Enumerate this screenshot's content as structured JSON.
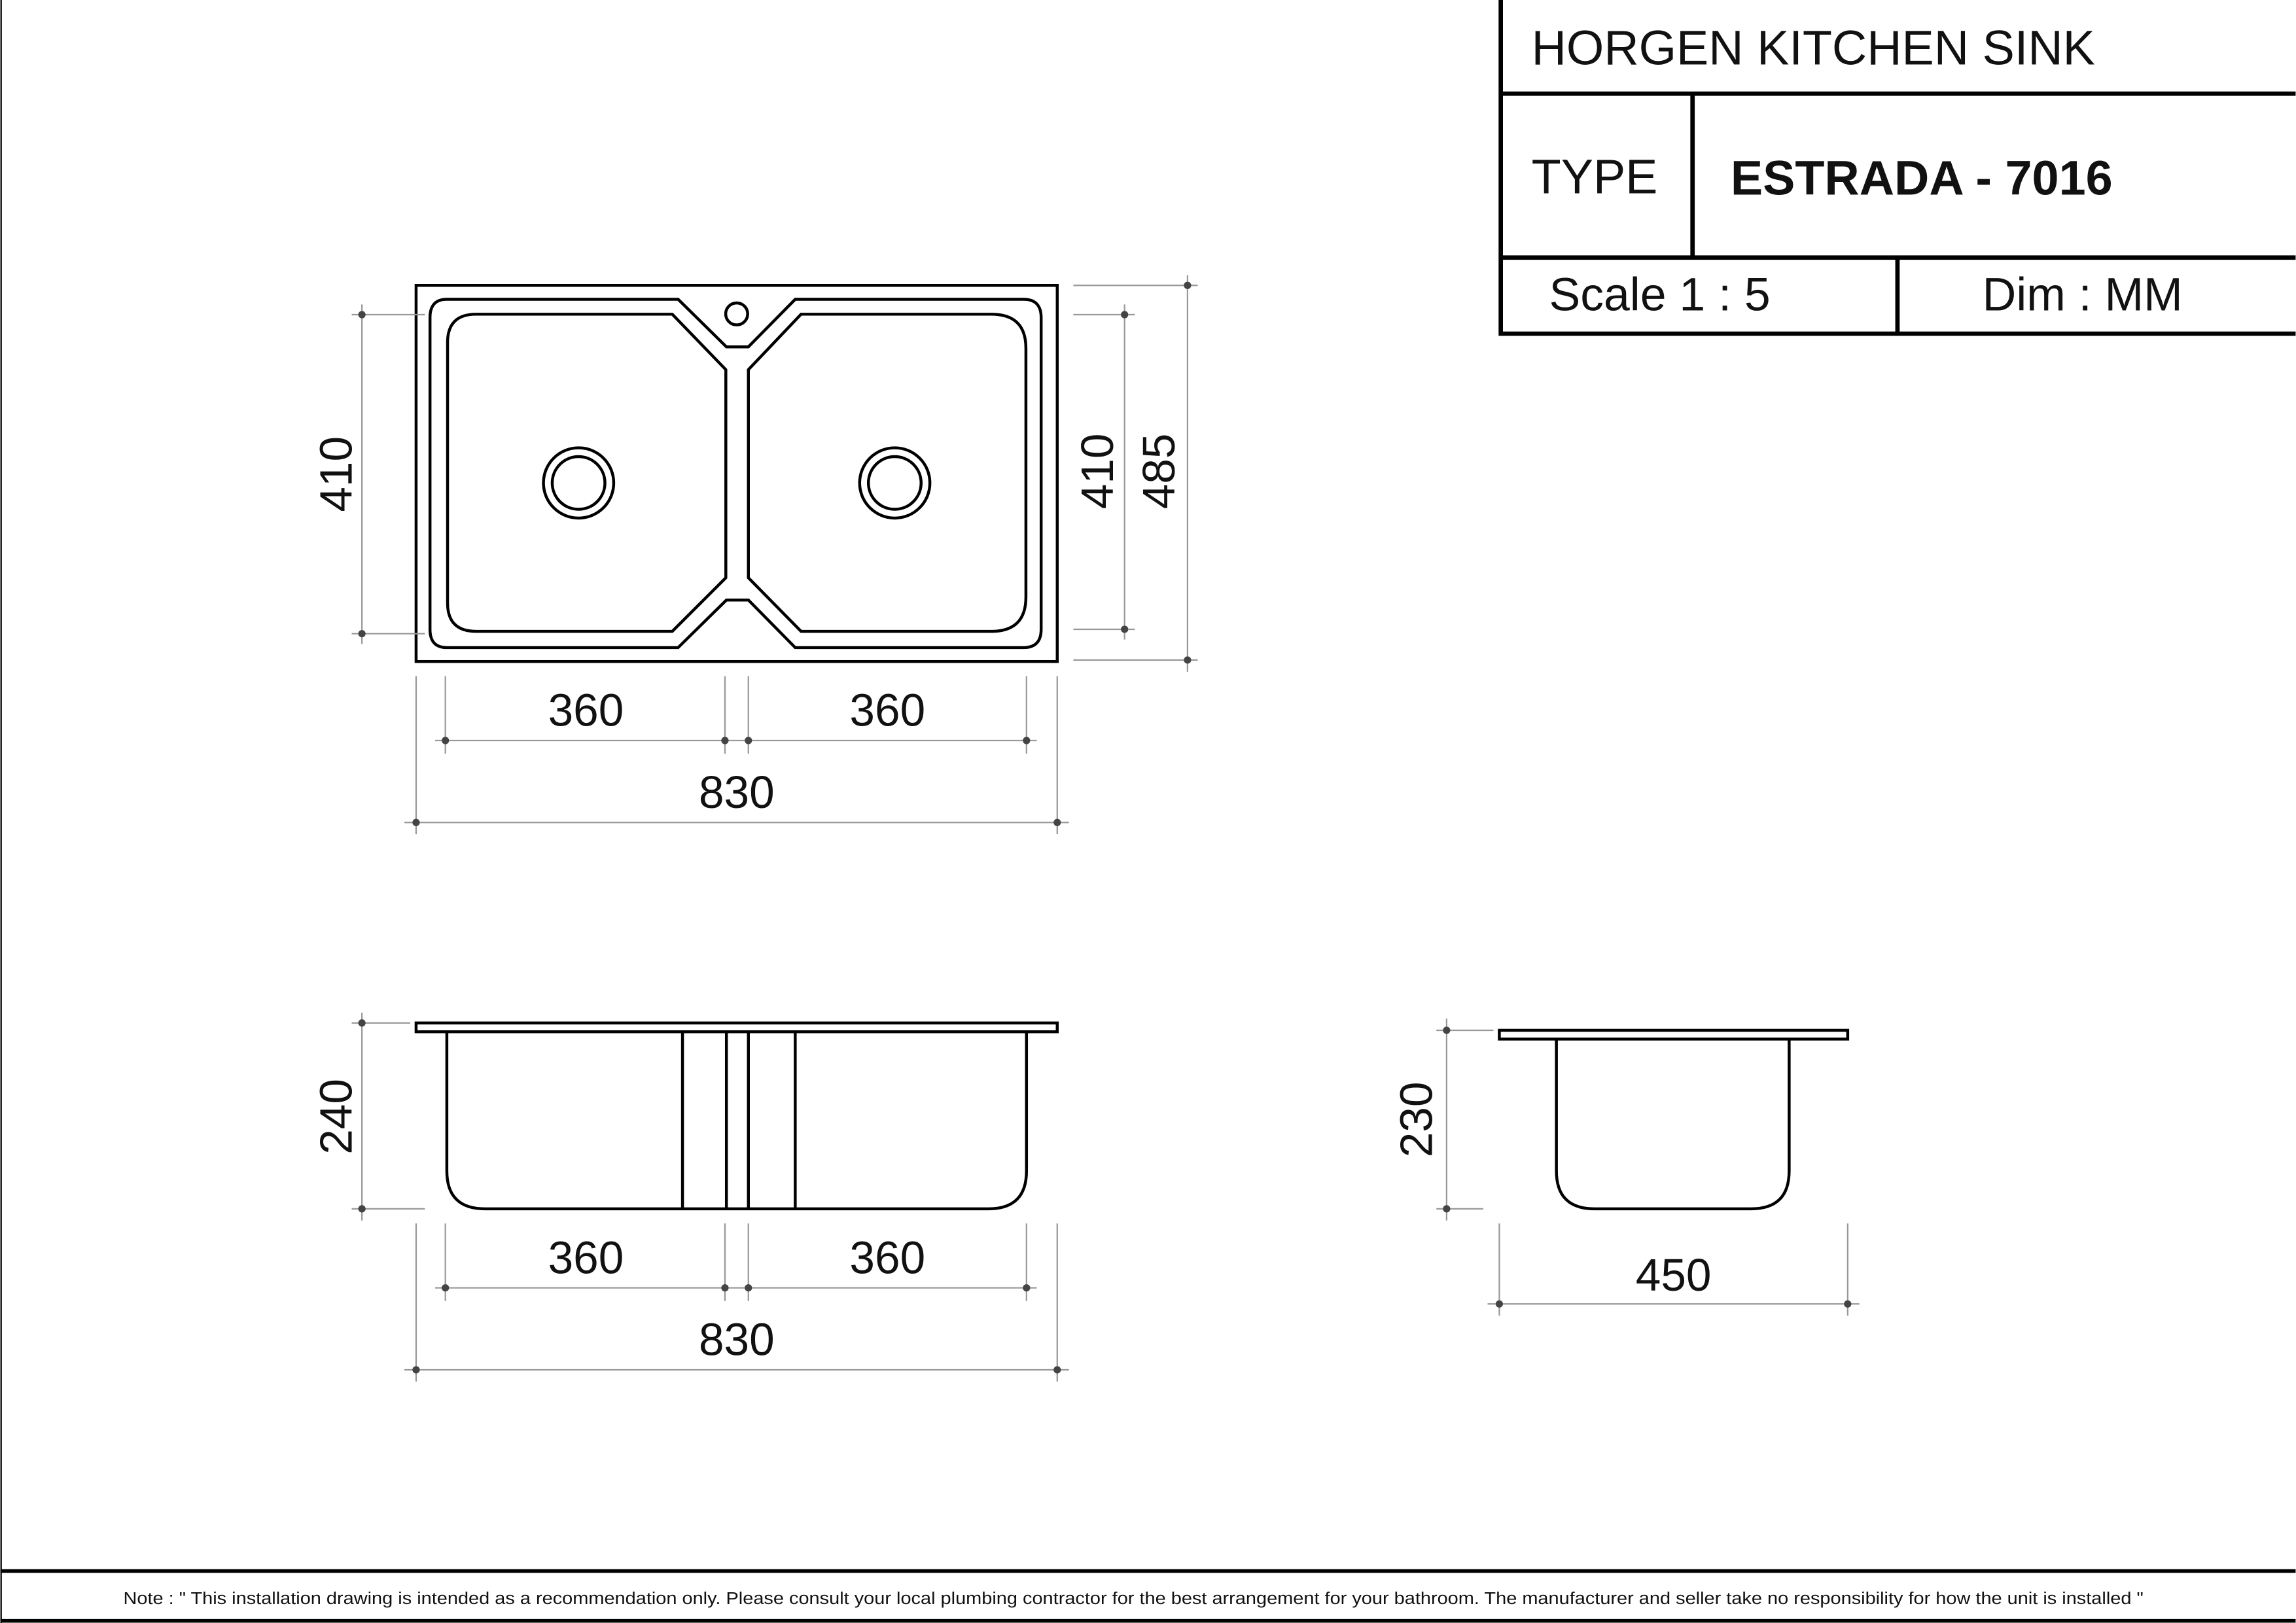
{
  "title_block": {
    "product": "HORGEN KITCHEN SINK",
    "type_label": "TYPE",
    "type_value": "ESTRADA - 7016",
    "scale": "Scale 1 : 5",
    "dim": "Dim : MM"
  },
  "top_view": {
    "left_bowl_depth": "410",
    "right_bowl_depth": "410",
    "overall_depth": "485",
    "left_bowl_width": "360",
    "right_bowl_width": "360",
    "overall_width": "830"
  },
  "front_view": {
    "height": "240",
    "left_bowl_width": "360",
    "right_bowl_width": "360",
    "overall_width": "830"
  },
  "side_view": {
    "height": "230",
    "width": "450"
  },
  "footer": {
    "note": "Note : \" This installation drawing is intended as a recommendation only. Please consult your local plumbing contractor for the best arrangement for your bathroom. The manufacturer and seller take no responsibility for how the unit is installed \""
  }
}
